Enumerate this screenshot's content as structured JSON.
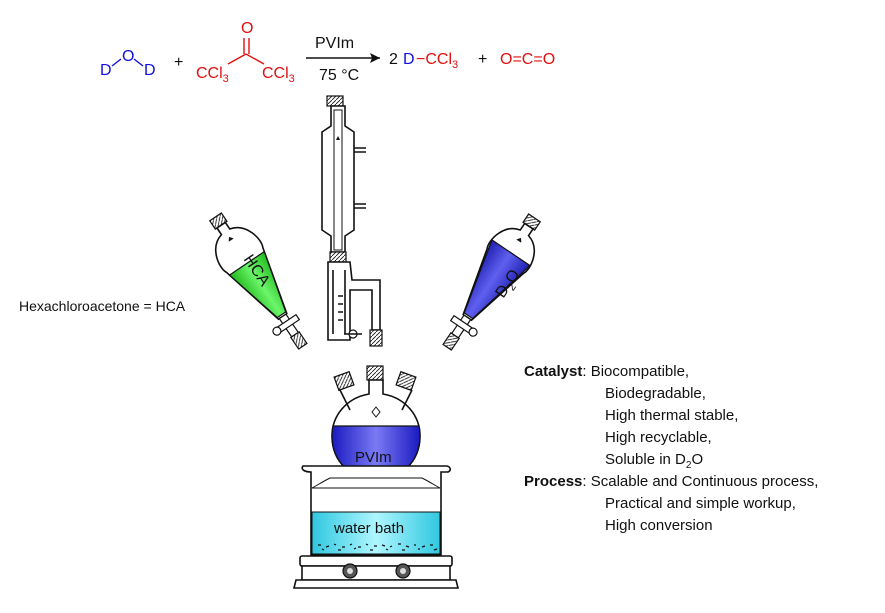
{
  "reaction": {
    "reactant1": {
      "d1": "D",
      "o": "O",
      "d2": "D"
    },
    "plus1": "+",
    "reactant2": {
      "o": "O",
      "left": "CCl",
      "left_sub": "3",
      "right": "CCl",
      "right_sub": "3"
    },
    "arrow_top": "PVIm",
    "arrow_bottom": "75 °C",
    "product_coef": "2",
    "product_d": "D",
    "product_dash": "−",
    "product_ccl": "CCl",
    "product_sub": "3",
    "plus2": "+",
    "co2": "O=C=O"
  },
  "apparatus": {
    "hca_label": "HCA",
    "d2o_label": "D",
    "d2o_sub": "2",
    "d2o_o": "O",
    "flask_label": "PVIm",
    "bath_label": "water bath"
  },
  "colors": {
    "blue": "#1010e0",
    "red": "#e01010",
    "hca_fill": "#3ee03a",
    "d2o_fill": "#3535d8",
    "flask_fill": "#2f2fe0",
    "bath_fill": "#4de0f0"
  },
  "legend": {
    "hca_definition": "Hexachloroacetone = HCA"
  },
  "properties": {
    "catalyst_heading": "Catalyst",
    "catalyst_items": [
      "Biocompatible,",
      "Biodegradable,",
      "High thermal stable,",
      "High recyclable,",
      "Soluble in D"
    ],
    "catalyst_last_sub": "2",
    "catalyst_last_tail": "O",
    "process_heading": "Process",
    "process_items": [
      "Scalable and Continuous process,",
      "Practical and simple workup,",
      "High conversion"
    ]
  }
}
